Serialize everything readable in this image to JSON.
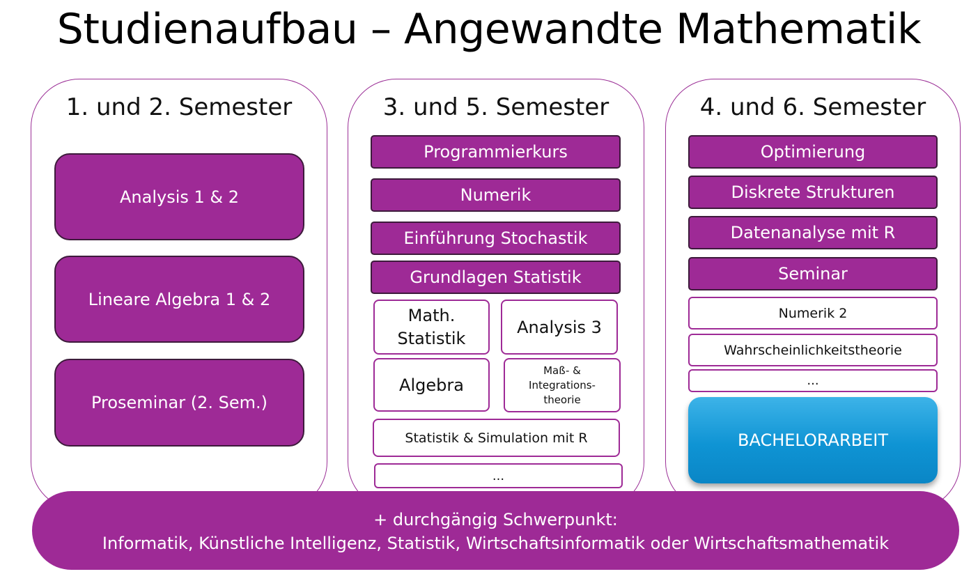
{
  "title": "Studienaufbau – Angewandte Mathematik",
  "columns": [
    {
      "heading": "1. und 2. Semester",
      "modules": [
        "Analysis 1 & 2",
        "Lineare Algebra 1 & 2",
        "Proseminar (2. Sem.)"
      ]
    },
    {
      "heading": "3. und 5. Semester",
      "required": [
        "Programmierkurs",
        "Numerik",
        "Einführung Stochastik",
        "Grundlagen Statistik"
      ],
      "electives": {
        "math_statistik": "Math.\nStatistik",
        "analysis3": "Analysis 3",
        "algebra": "Algebra",
        "mass_integration": "Maß- &\nIntegrations-\ntheorie",
        "statistik_simulation": "Statistik & Simulation mit R",
        "more": "..."
      }
    },
    {
      "heading": "4. und 6. Semester",
      "required": [
        "Optimierung",
        "Diskrete Strukturen",
        "Datenanalyse mit R",
        "Seminar"
      ],
      "electives": [
        "Numerik 2",
        "Wahrscheinlichkeitstheorie",
        "..."
      ],
      "thesis": "BACHELORARBEIT"
    }
  ],
  "focus": {
    "line1": "+ durchgängig Schwerpunkt:",
    "line2": "Informatik, Künstliche Intelligenz, Statistik, Wirtschaftsinformatik oder Wirtschaftsmathematik"
  },
  "colors": {
    "module_fill": "#9e2a96",
    "module_border": "#3d1a3b",
    "column_border": "#9b2f96",
    "thesis_fill": "#0f94d4"
  }
}
